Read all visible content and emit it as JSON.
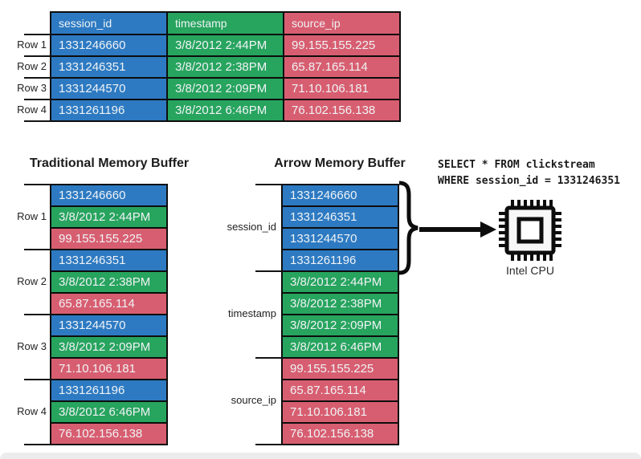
{
  "palette": {
    "session_id_blue": "#2d7ac2",
    "timestamp_green": "#27a45e",
    "source_ip_red": "#d75e70",
    "border_black": "#0d0d0d",
    "cell_text": "#f0f3f6",
    "label_text": "#222222"
  },
  "top_table": {
    "row_labels": [
      "Row 1",
      "Row 2",
      "Row 3",
      "Row 4"
    ],
    "headers": [
      "session_id",
      "timestamp",
      "source_ip"
    ],
    "rows": [
      [
        "1331246660",
        "3/8/2012 2:44PM",
        "99.155.155.225"
      ],
      [
        "1331246351",
        "3/8/2012 2:38PM",
        "65.87.165.114"
      ],
      [
        "1331244570",
        "3/8/2012 2:09PM",
        "71.10.106.181"
      ],
      [
        "1331261196",
        "3/8/2012 6:46PM",
        "76.102.156.138"
      ]
    ]
  },
  "traditional_buffer": {
    "title": "Traditional Memory Buffer",
    "group_labels": [
      "Row 1",
      "Row 2",
      "Row 3",
      "Row 4"
    ],
    "cells": [
      {
        "text": "1331246660",
        "type": "session_id"
      },
      {
        "text": "3/8/2012 2:44PM",
        "type": "timestamp"
      },
      {
        "text": "99.155.155.225",
        "type": "source_ip"
      },
      {
        "text": "1331246351",
        "type": "session_id"
      },
      {
        "text": "3/8/2012 2:38PM",
        "type": "timestamp"
      },
      {
        "text": "65.87.165.114",
        "type": "source_ip"
      },
      {
        "text": "1331244570",
        "type": "session_id"
      },
      {
        "text": "3/8/2012 2:09PM",
        "type": "timestamp"
      },
      {
        "text": "71.10.106.181",
        "type": "source_ip"
      },
      {
        "text": "1331261196",
        "type": "session_id"
      },
      {
        "text": "3/8/2012 6:46PM",
        "type": "timestamp"
      },
      {
        "text": "76.102.156.138",
        "type": "source_ip"
      }
    ]
  },
  "arrow_buffer": {
    "title": "Arrow Memory Buffer",
    "group_labels": [
      "session_id",
      "timestamp",
      "source_ip"
    ],
    "cells": [
      {
        "text": "1331246660",
        "type": "session_id"
      },
      {
        "text": "1331246351",
        "type": "session_id"
      },
      {
        "text": "1331244570",
        "type": "session_id"
      },
      {
        "text": "1331261196",
        "type": "session_id"
      },
      {
        "text": "3/8/2012 2:44PM",
        "type": "timestamp"
      },
      {
        "text": "3/8/2012 2:38PM",
        "type": "timestamp"
      },
      {
        "text": "3/8/2012 2:09PM",
        "type": "timestamp"
      },
      {
        "text": "3/8/2012 6:46PM",
        "type": "timestamp"
      },
      {
        "text": "99.155.155.225",
        "type": "source_ip"
      },
      {
        "text": "65.87.165.114",
        "type": "source_ip"
      },
      {
        "text": "71.10.106.181",
        "type": "source_ip"
      },
      {
        "text": "76.102.156.138",
        "type": "source_ip"
      }
    ]
  },
  "query": {
    "line1": "SELECT * FROM clickstream",
    "line2": "WHERE session_id = 1331246351"
  },
  "cpu": {
    "label": "Intel CPU"
  }
}
